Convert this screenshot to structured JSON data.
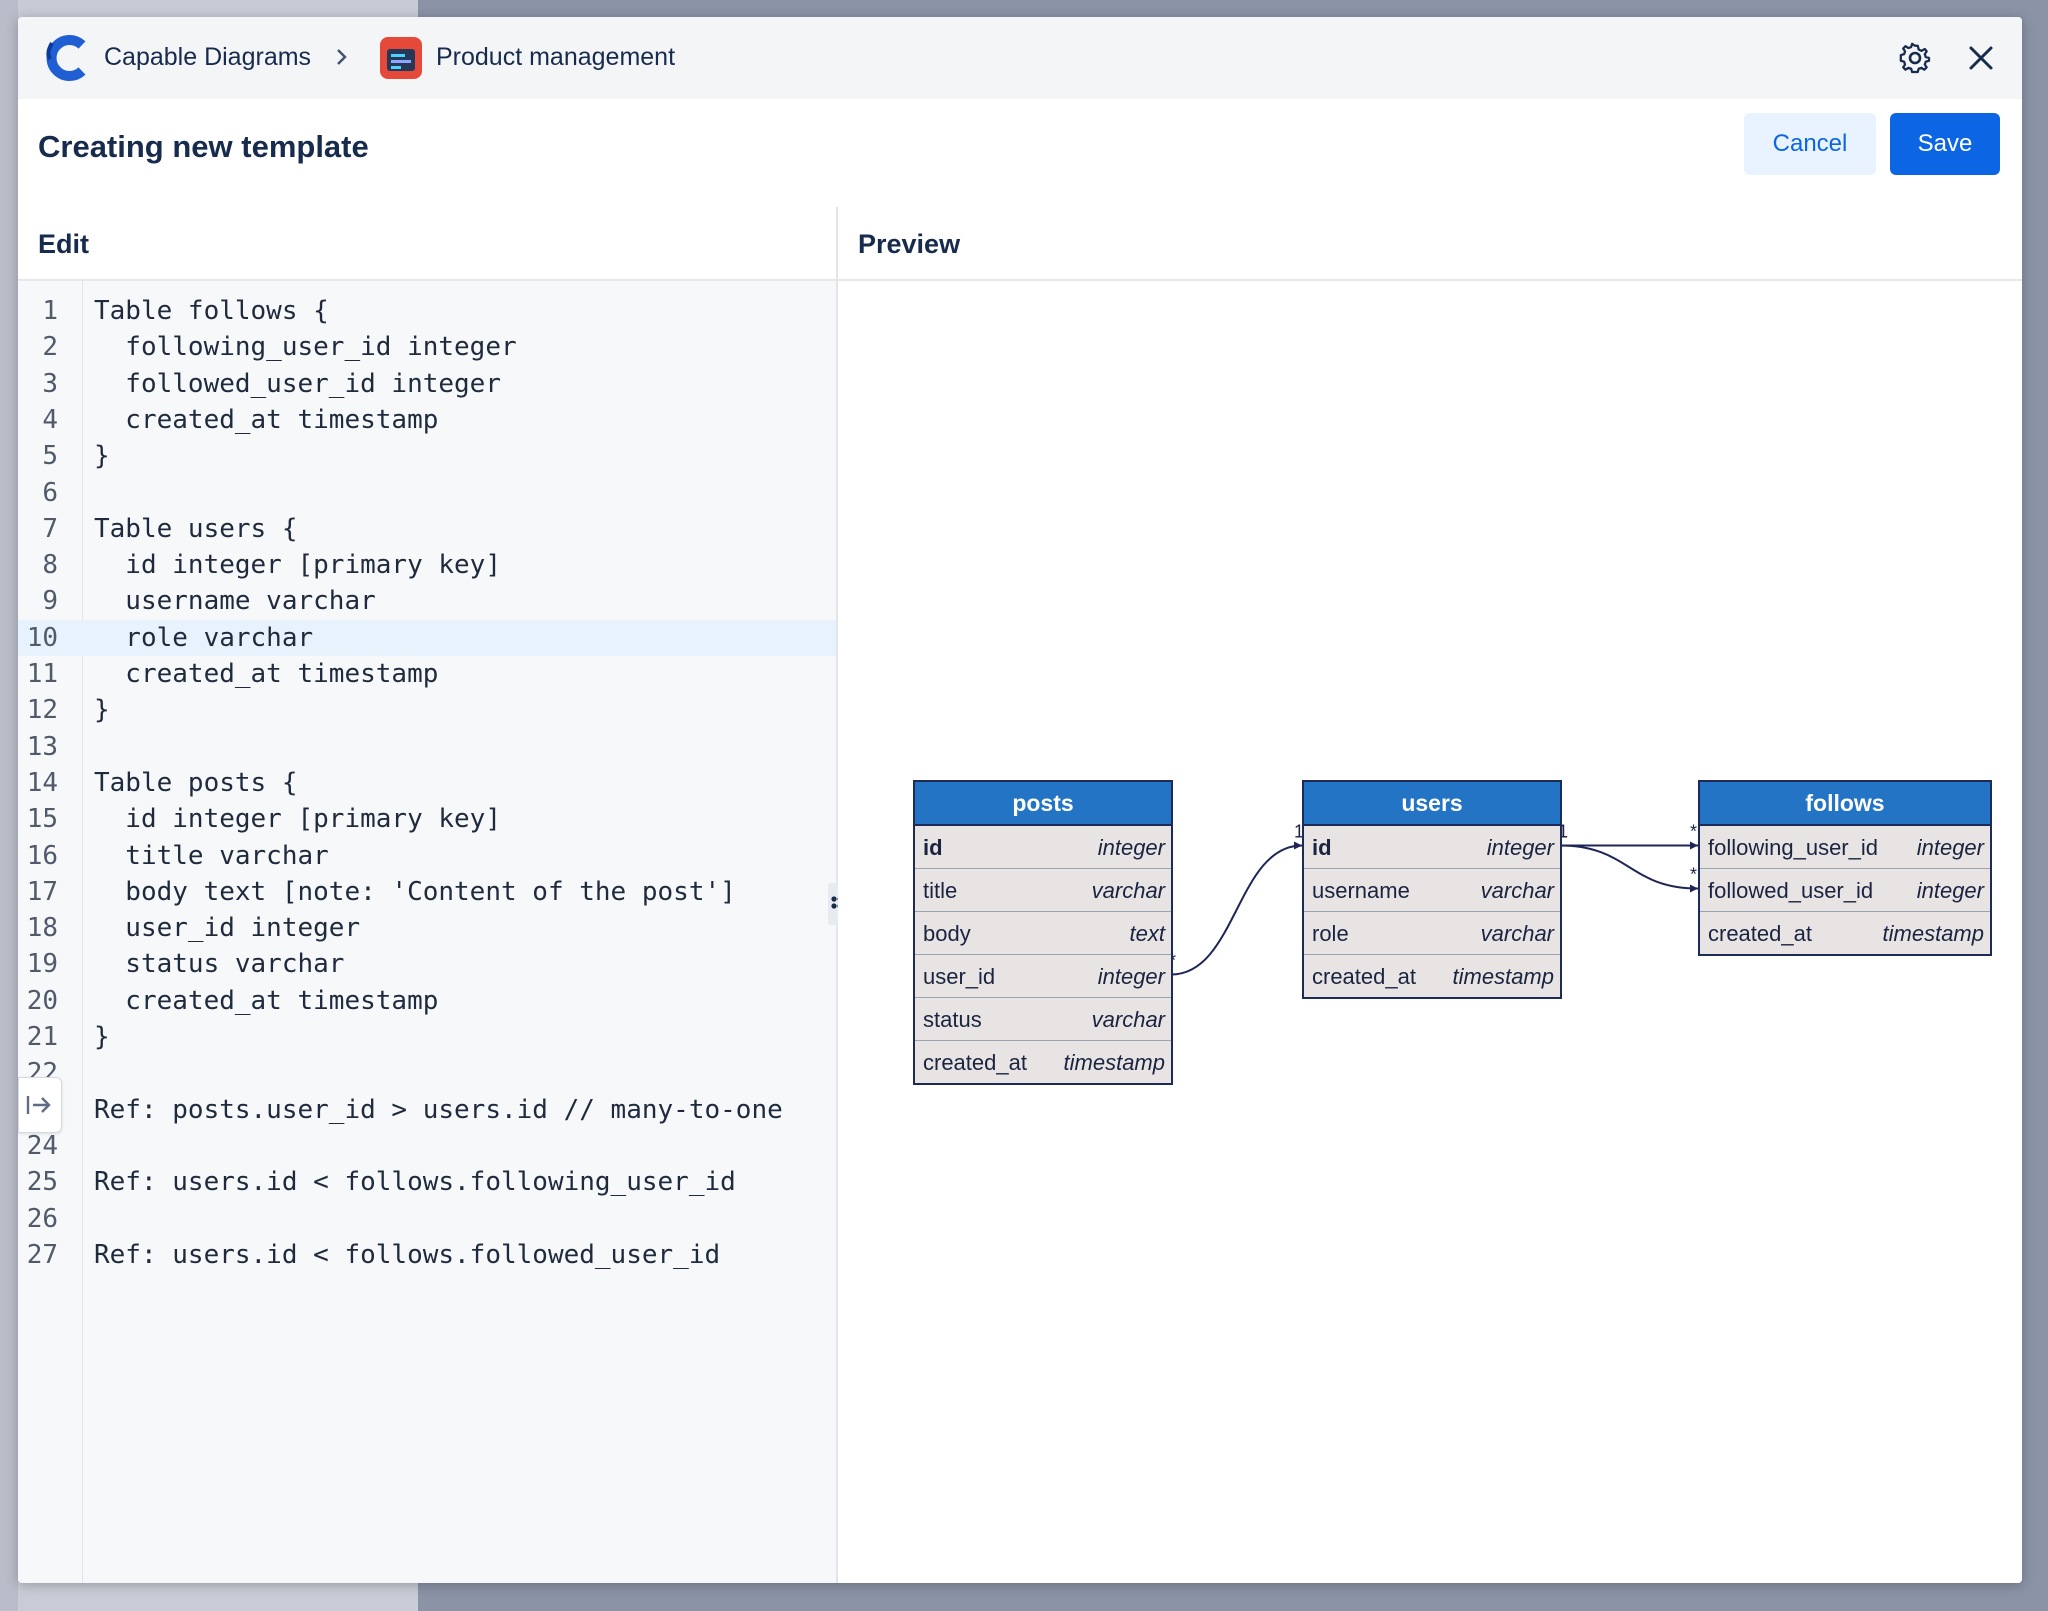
{
  "topbar": {
    "app_name": "Capable Diagrams",
    "project_name": "Product management"
  },
  "header": {
    "title": "Creating new template",
    "cancel_label": "Cancel",
    "save_label": "Save"
  },
  "edit_pane": {
    "title": "Edit",
    "active_line": 10,
    "lines": [
      "Table follows {",
      "  following_user_id integer",
      "  followed_user_id integer",
      "  created_at timestamp",
      "}",
      "",
      "Table users {",
      "  id integer [primary key]",
      "  username varchar",
      "  role varchar",
      "  created_at timestamp",
      "}",
      "",
      "Table posts {",
      "  id integer [primary key]",
      "  title varchar",
      "  body text [note: 'Content of the post']",
      "  user_id integer",
      "  status varchar",
      "  created_at timestamp",
      "}",
      "",
      "Ref: posts.user_id > users.id // many-to-one",
      "",
      "Ref: users.id < follows.following_user_id",
      "",
      "Ref: users.id < follows.followed_user_id"
    ]
  },
  "preview_pane": {
    "title": "Preview",
    "tables": [
      {
        "name": "posts",
        "fields": [
          {
            "name": "id",
            "type": "integer",
            "pk": true
          },
          {
            "name": "title",
            "type": "varchar"
          },
          {
            "name": "body",
            "type": "text"
          },
          {
            "name": "user_id",
            "type": "integer"
          },
          {
            "name": "status",
            "type": "varchar"
          },
          {
            "name": "created_at",
            "type": "timestamp"
          }
        ]
      },
      {
        "name": "users",
        "fields": [
          {
            "name": "id",
            "type": "integer",
            "pk": true
          },
          {
            "name": "username",
            "type": "varchar"
          },
          {
            "name": "role",
            "type": "varchar"
          },
          {
            "name": "created_at",
            "type": "timestamp"
          }
        ]
      },
      {
        "name": "follows",
        "fields": [
          {
            "name": "following_user_id",
            "type": "integer"
          },
          {
            "name": "followed_user_id",
            "type": "integer"
          },
          {
            "name": "created_at",
            "type": "timestamp"
          }
        ]
      }
    ],
    "relations": [
      {
        "from": "posts.user_id",
        "to": "users.id",
        "from_card": "*",
        "to_card": "1"
      },
      {
        "from": "users.id",
        "to": "follows.following_user_id",
        "from_card": "1",
        "to_card": "*"
      },
      {
        "from": "users.id",
        "to": "follows.followed_user_id",
        "from_card": "1",
        "to_card": "*"
      }
    ]
  },
  "colors": {
    "accent": "#0c66e4",
    "table_header": "#2374c5",
    "table_border": "#1e2b57",
    "active_line": "#e8f2fc"
  }
}
